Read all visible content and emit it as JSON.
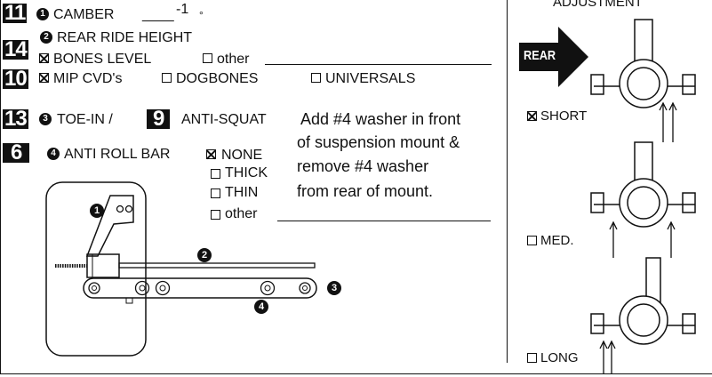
{
  "items": {
    "camber": {
      "badge": "11",
      "step": "1",
      "label": "CAMBER",
      "blank": "____",
      "value": "-1",
      "unit": "°"
    },
    "ride_height": {
      "badge": "14",
      "step": "2",
      "label": "REAR RIDE HEIGHT",
      "opt_bones": "BONES LEVEL",
      "opt_other": "other"
    },
    "cvd": {
      "badge": "10",
      "opt1": "MIP CVD's",
      "opt2": "DOGBONES",
      "opt3": "UNIVERSALS"
    },
    "toe": {
      "badge": "13",
      "step": "3",
      "label": "TOE-IN /",
      "badge2": "9",
      "label2": "ANTI-SQUAT"
    },
    "note": {
      "line1": "Add #4 washer in front",
      "line2": "of suspension mount &",
      "line3": "remove #4 washer",
      "line4": "from rear of mount."
    },
    "anti_roll": {
      "badge": "6",
      "step": "4",
      "label": "ANTI ROLL BAR",
      "opt_none": "NONE",
      "opt_thick": "THICK",
      "opt_thin": "THIN",
      "opt_other": "other"
    }
  },
  "diagram": {
    "callout1": "1",
    "callout2": "2",
    "callout3": "3",
    "callout4": "4"
  },
  "adjustment": {
    "title": "ADJUSTMENT",
    "arrow_label": "REAR",
    "short": "SHORT",
    "med": "MED.",
    "long": "LONG"
  }
}
